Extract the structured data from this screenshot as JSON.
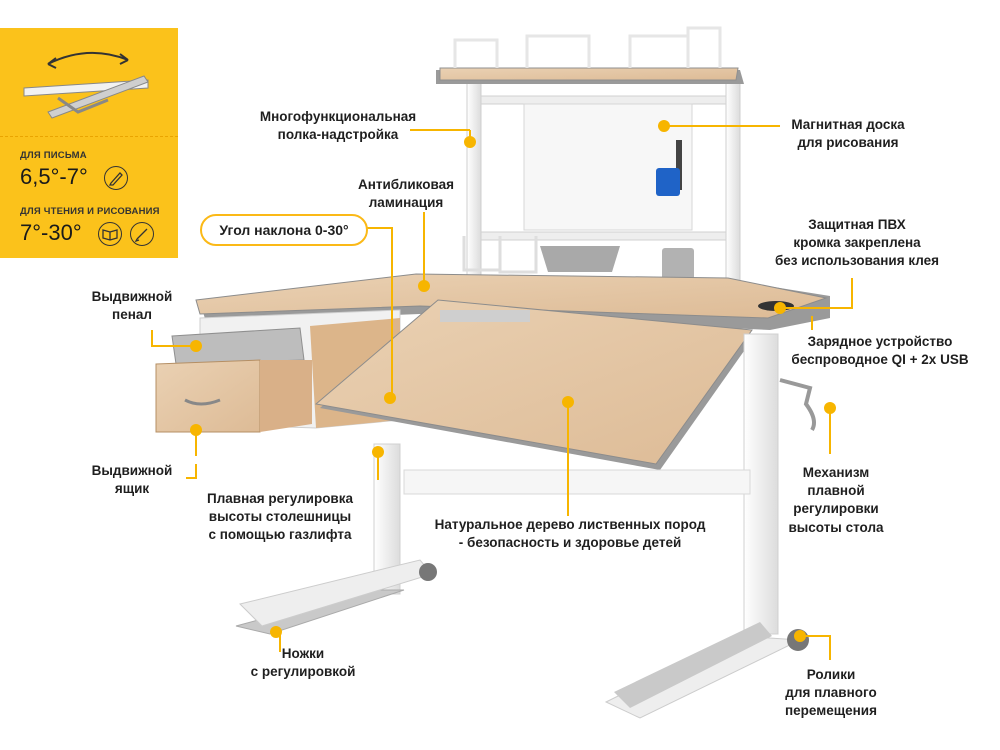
{
  "panel": {
    "writing_caption": "ДЛЯ ПИСЬМА",
    "writing_value": "6,5°-7°",
    "reading_caption": "ДЛЯ ЧТЕНИЯ И РИСОВАНИЯ",
    "reading_value": "7°-30°",
    "icons": [
      "pencil-icon",
      "book-icon",
      "brush-icon"
    ]
  },
  "angle_label": "Угол наклона 0-30°",
  "labels": {
    "shelf": [
      "Многофункциональная",
      "полка-надстройка"
    ],
    "board": [
      "Магнитная доска",
      "для рисования"
    ],
    "antiglare": [
      "Антибликовая",
      "ламинация"
    ],
    "pvc": [
      "Защитная ПВХ",
      "кромка закреплена",
      "без использования клея"
    ],
    "pencil_case": [
      "Выдвижной",
      "пенал"
    ],
    "charger": [
      "Зарядное устройство",
      "беспроводное QI + 2x USB"
    ],
    "drawer": [
      "Выдвижной",
      "ящик"
    ],
    "gaslift": [
      "Плавная регулировка",
      "высоты столешницы",
      "с помощью газлифта"
    ],
    "wood": [
      "Натуральное дерево лиственных пород",
      "- безопасность и здоровье детей"
    ],
    "mechanism": [
      "Механизм",
      "плавной",
      "регулировки",
      "высоты стола"
    ],
    "legs": [
      "Ножки",
      "с регулировкой"
    ],
    "casters": [
      "Ролики",
      "для плавного",
      "перемещения"
    ]
  },
  "colors": {
    "accent": "#fbc21b",
    "dot": "#f7b500",
    "wood": "#e6c9a8",
    "frame": "#f2f2f2",
    "gray_trim": "#9a9a9a"
  }
}
